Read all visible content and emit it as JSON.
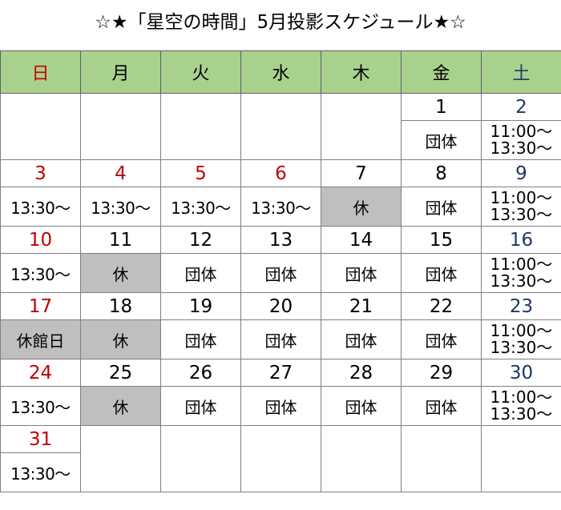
{
  "title": "☆★「星空の時間」5月投影スケジュール★☆",
  "weekdays": [
    "日",
    "月",
    "火",
    "水",
    "木",
    "金",
    "土"
  ],
  "labels": {
    "group": "団体",
    "closed": "休",
    "museum_closed": "休館日",
    "t1330": "13:30〜",
    "t1100": "11:00〜"
  },
  "weeks": [
    {
      "dates": [
        "",
        "",
        "",
        "",
        "",
        "1",
        "2"
      ]
    },
    {
      "dates": [
        "3",
        "4",
        "5",
        "6",
        "7",
        "8",
        "9"
      ]
    },
    {
      "dates": [
        "10",
        "11",
        "12",
        "13",
        "14",
        "15",
        "16"
      ]
    },
    {
      "dates": [
        "17",
        "18",
        "19",
        "20",
        "21",
        "22",
        "23"
      ]
    },
    {
      "dates": [
        "24",
        "25",
        "26",
        "27",
        "28",
        "29",
        "30"
      ]
    },
    {
      "dates": [
        "31",
        "",
        "",
        "",
        "",
        "",
        ""
      ]
    }
  ],
  "colors": {
    "header_bg": "#a9d18e",
    "sunday": "#c00000",
    "saturday": "#1f3864",
    "closed_bg": "#bfbfbf"
  }
}
